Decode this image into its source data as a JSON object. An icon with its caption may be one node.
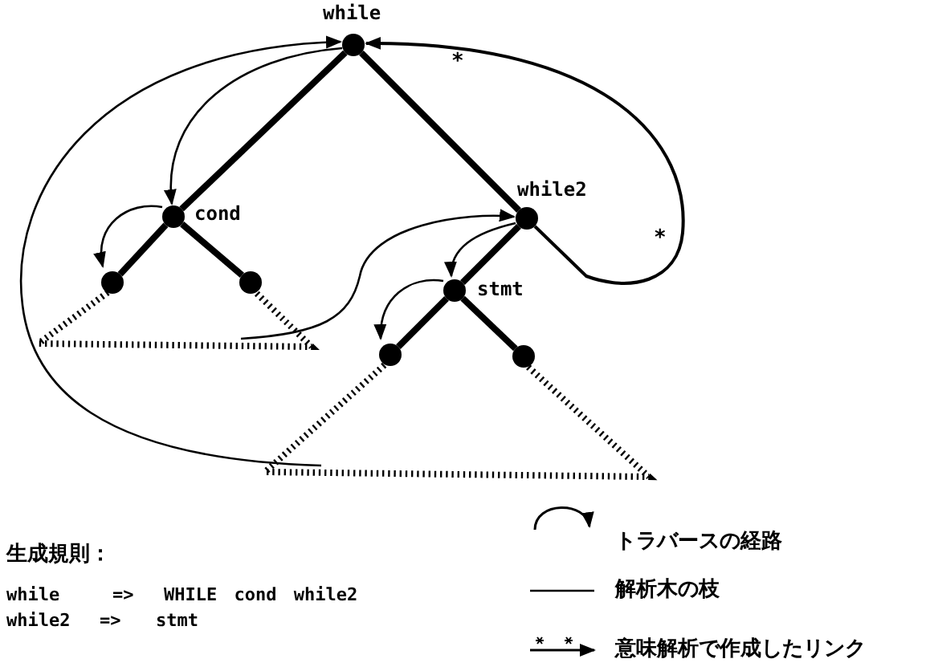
{
  "diagram": {
    "nodes": [
      {
        "text": [
          "while"
        ]
      },
      {
        "text": [
          "cond"
        ]
      },
      {
        "text": [],
        "shape": "circle"
      },
      {
        "text": [],
        "shape": "circle"
      },
      {
        "text": [
          "while2"
        ]
      },
      {
        "text": [
          "stmt"
        ]
      },
      {
        "text": [],
        "shape": "circle"
      },
      {
        "text": [],
        "shape": "circle"
      },
      {
        "text": [],
        "shape": "triangle"
      },
      {
        "text": [],
        "shape": "triangle"
      }
    ],
    "edges": [
      {
        "from": 0,
        "to": 1,
        "arrow": "none",
        "style": "thick"
      },
      {
        "from": 0,
        "to": 4,
        "arrow": "none",
        "style": "thick"
      },
      {
        "from": 1,
        "to": 2,
        "arrow": "none",
        "style": "thick"
      },
      {
        "from": 1,
        "to": 3,
        "arrow": "none",
        "style": "thick"
      },
      {
        "from": 4,
        "to": 5,
        "arrow": "none",
        "style": "thick"
      },
      {
        "from": 5,
        "to": 6,
        "arrow": "none",
        "style": "thick"
      },
      {
        "from": 5,
        "to": 7,
        "arrow": "none",
        "style": "thick"
      },
      {
        "from": 0,
        "to": 1,
        "arrow": "to"
      },
      {
        "from": 1,
        "to": 2,
        "arrow": "to"
      },
      {
        "from": 8,
        "to": 4,
        "arrow": "to"
      },
      {
        "from": 4,
        "to": 5,
        "arrow": "to"
      },
      {
        "from": 5,
        "to": 6,
        "arrow": "to"
      },
      {
        "from": 9,
        "to": 0,
        "arrow": "to"
      },
      {
        "from": 4,
        "to": 0,
        "arrow": "to",
        "label": "*"
      }
    ],
    "labels": [
      "*",
      "生成規則：",
      "while",
      "=>",
      "WHILE cond while2",
      "while2",
      "=>",
      "stmt"
    ],
    "legend": [
      {
        "text": "トラバースの経路"
      },
      {
        "text": "解析木の枝"
      },
      {
        "text": "意味解析で作成したリンク"
      }
    ]
  }
}
